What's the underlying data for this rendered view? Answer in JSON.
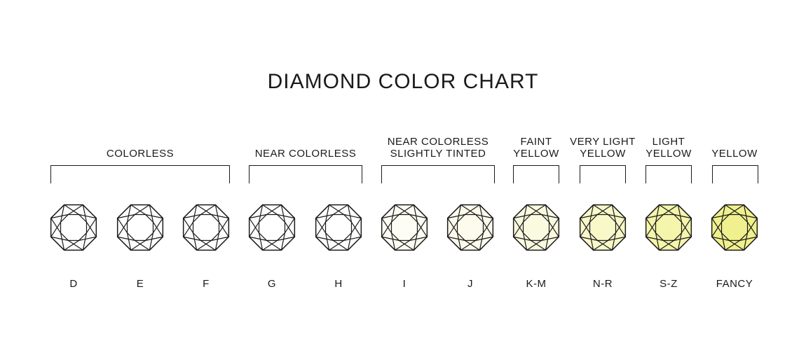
{
  "title": "DIAMOND COLOR CHART",
  "groups": [
    {
      "line1": "",
      "line2": "COLORLESS"
    },
    {
      "line1": "",
      "line2": "NEAR COLORLESS"
    },
    {
      "line1": "NEAR COLORLESS",
      "line2": "SLIGHTLY TINTED"
    },
    {
      "line1": "FAINT",
      "line2": "YELLOW"
    },
    {
      "line1": "VERY LIGHT",
      "line2": "YELLOW"
    },
    {
      "line1": "LIGHT",
      "line2": "YELLOW"
    },
    {
      "line1": "",
      "line2": "YELLOW"
    }
  ],
  "grades": [
    {
      "label": "D",
      "fill": "#ffffff"
    },
    {
      "label": "E",
      "fill": "#ffffff"
    },
    {
      "label": "F",
      "fill": "#ffffff"
    },
    {
      "label": "G",
      "fill": "#ffffff"
    },
    {
      "label": "H",
      "fill": "#ffffff"
    },
    {
      "label": "I",
      "fill": "#fdfdf3"
    },
    {
      "label": "J",
      "fill": "#fcfbec"
    },
    {
      "label": "K-M",
      "fill": "#fafae0"
    },
    {
      "label": "N-R",
      "fill": "#f8f8c9"
    },
    {
      "label": "S-Z",
      "fill": "#f5f5ac"
    },
    {
      "label": "FANCY",
      "fill": "#f0f08e"
    }
  ]
}
